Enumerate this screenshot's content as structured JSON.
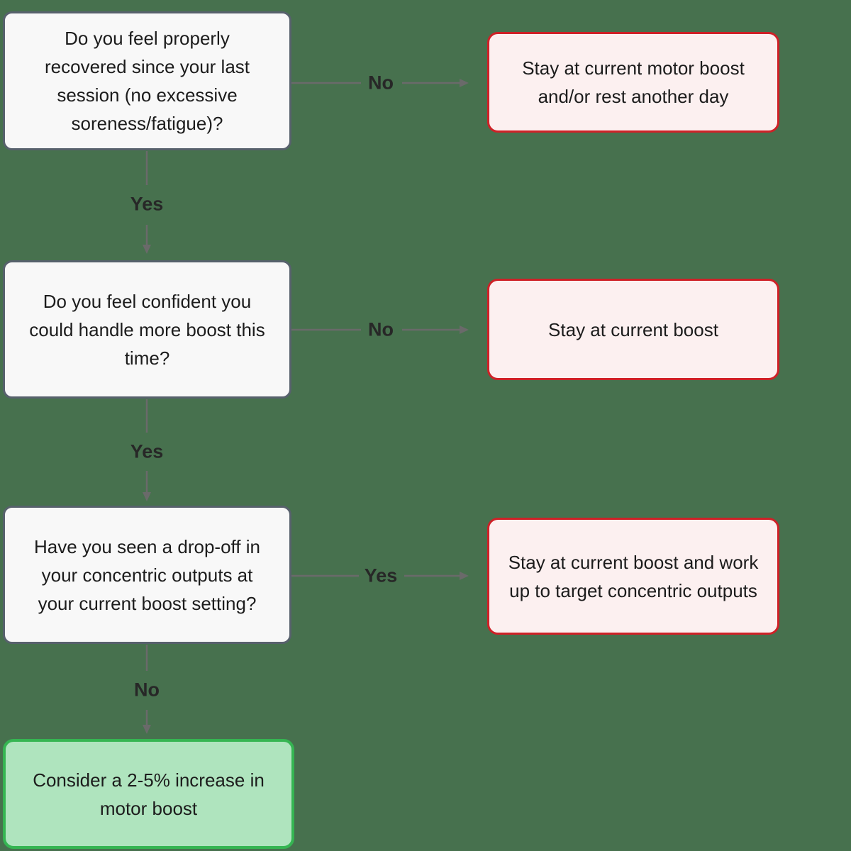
{
  "palette": {
    "background": "#47714E",
    "question_fill": "#F8F8F8",
    "question_border": "#57616C",
    "stop_fill": "#FCF0F0",
    "stop_border": "#CE2127",
    "go_fill": "#AFE4BE",
    "go_border": "#35B552",
    "connector": "#6A6A6A",
    "text": "#1C1C1C",
    "label_text": "#272727"
  },
  "flowchart": {
    "questions": [
      {
        "id": "q1",
        "text": "Do you feel properly recovered since your last session (no excessive soreness/fatigue)?"
      },
      {
        "id": "q2",
        "text": "Do you feel confident you could handle more boost this time?"
      },
      {
        "id": "q3",
        "text": "Have you seen a drop-off in your concentric outputs at your current boost setting?"
      }
    ],
    "outcomes": [
      {
        "id": "o1",
        "type": "stop",
        "text": "Stay at current motor boost and/or rest another day"
      },
      {
        "id": "o2",
        "type": "stop",
        "text": "Stay at current boost"
      },
      {
        "id": "o3",
        "type": "stop",
        "text": "Stay at current boost and work up to target concentric outputs"
      },
      {
        "id": "o4",
        "type": "go",
        "text": "Consider a 2-5% increase in motor boost"
      }
    ],
    "edges": [
      {
        "from": "q1",
        "to": "o1",
        "label": "No",
        "direction": "right"
      },
      {
        "from": "q1",
        "to": "q2",
        "label": "Yes",
        "direction": "down"
      },
      {
        "from": "q2",
        "to": "o2",
        "label": "No",
        "direction": "right"
      },
      {
        "from": "q2",
        "to": "q3",
        "label": "Yes",
        "direction": "down"
      },
      {
        "from": "q3",
        "to": "o3",
        "label": "Yes",
        "direction": "right"
      },
      {
        "from": "q3",
        "to": "o4",
        "label": "No",
        "direction": "down"
      }
    ]
  }
}
